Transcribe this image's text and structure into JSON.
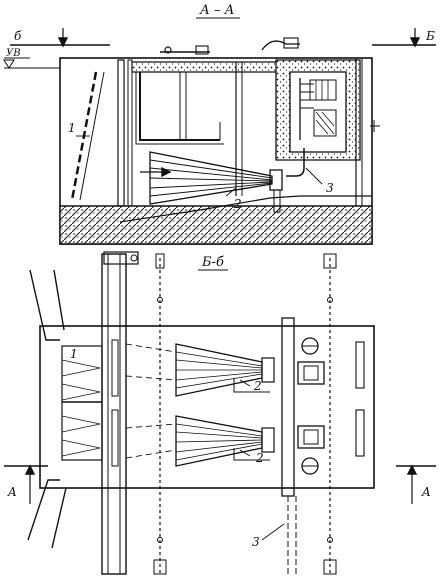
{
  "section_aa_title": "А – А",
  "section_bb_title": "Б-б",
  "cut_marks": {
    "b_left": "б",
    "b_right": "Б",
    "a_left": "A",
    "a_right": "A"
  },
  "water_level": "УВ",
  "callouts": {
    "top_1": "1",
    "top_2": "2",
    "top_3": "3",
    "plan_1": "1",
    "plan_2a": "2",
    "plan_2b": "2",
    "plan_3": "3"
  },
  "colors": {
    "ink": "#111111",
    "paper": "#ffffff"
  }
}
